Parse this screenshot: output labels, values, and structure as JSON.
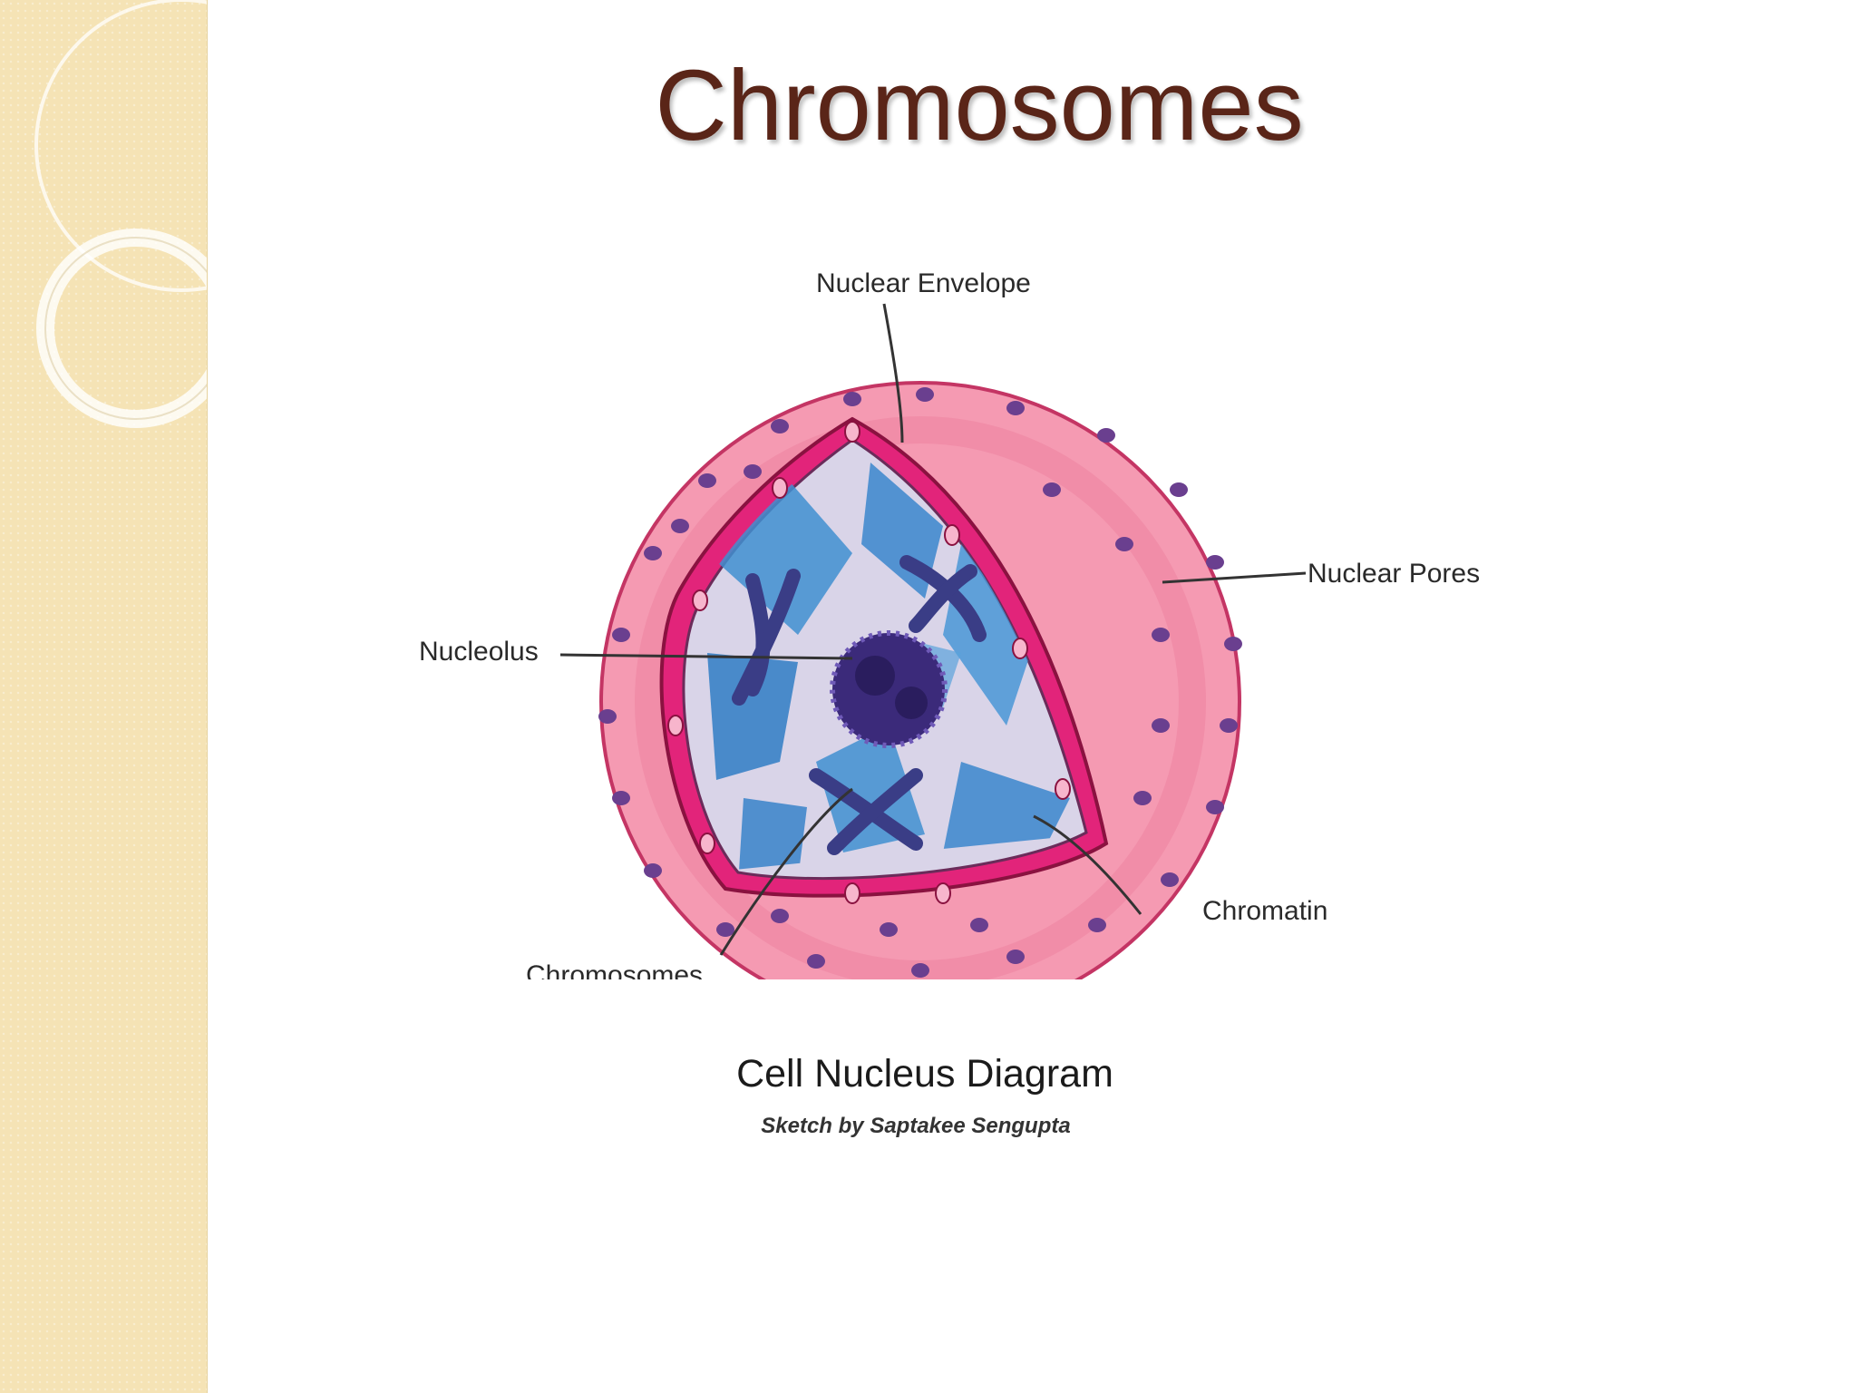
{
  "slide": {
    "title": "Chromosomes"
  },
  "diagram": {
    "labels": {
      "nuclear_envelope": "Nuclear Envelope",
      "nuclear_pores": "Nuclear Pores",
      "nucleolus": "Nucleolus",
      "chromatin": "Chromatin",
      "chromosomes": "Chromosomes"
    },
    "caption": "Cell Nucleus Diagram",
    "credit": "Sketch by Saptakee Sengupta"
  },
  "colors": {
    "title": "#5a2518",
    "sidebar": "#f5e3b5",
    "outer_pink": "#f08aa6",
    "envelope_magenta": "#e2247a",
    "interior_blue": "#3f8fd0",
    "dots_purple": "#6a3f8f"
  }
}
